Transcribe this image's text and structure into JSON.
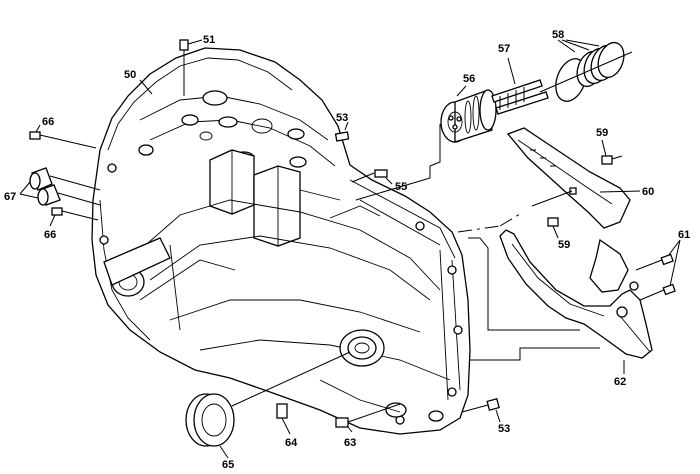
{
  "diagram": {
    "callouts": [
      {
        "id": "c50",
        "text": "50"
      },
      {
        "id": "c51",
        "text": "51"
      },
      {
        "id": "c53a",
        "text": "53"
      },
      {
        "id": "c53b",
        "text": "53"
      },
      {
        "id": "c55",
        "text": "55"
      },
      {
        "id": "c56",
        "text": "56"
      },
      {
        "id": "c57",
        "text": "57"
      },
      {
        "id": "c58",
        "text": "58"
      },
      {
        "id": "c59a",
        "text": "59"
      },
      {
        "id": "c59b",
        "text": "59"
      },
      {
        "id": "c60",
        "text": "60"
      },
      {
        "id": "c61",
        "text": "61"
      },
      {
        "id": "c62",
        "text": "62"
      },
      {
        "id": "c63",
        "text": "63"
      },
      {
        "id": "c64",
        "text": "64"
      },
      {
        "id": "c65",
        "text": "65"
      },
      {
        "id": "c66a",
        "text": "66"
      },
      {
        "id": "c66b",
        "text": "66"
      },
      {
        "id": "c67",
        "text": "67"
      }
    ]
  }
}
